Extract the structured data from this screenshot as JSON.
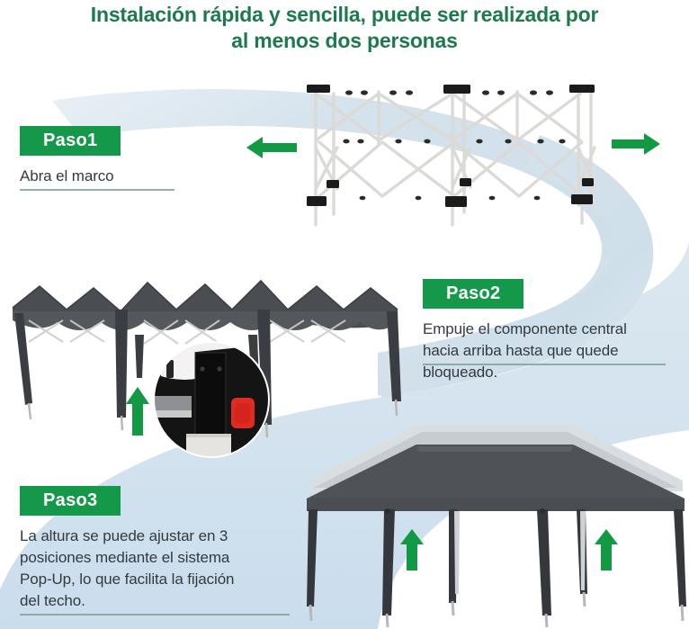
{
  "page": {
    "title_line1": "Instalación rápida y sencilla, puede ser realizada por",
    "title_line2": "al menos dos personas",
    "title_color": "#1d7a4c",
    "background_color": "#ffffff",
    "ribbon_color": "#d3e2ec",
    "accent_green": "#14994a",
    "arrow_green": "#119944",
    "body_text_color": "#333a3f",
    "rule_color": "#7fa596"
  },
  "steps": [
    {
      "badge": "Paso1",
      "text": "Abra el marco",
      "arrows": [
        "arrow-left-icon",
        "arrow-right-icon"
      ]
    },
    {
      "badge": "Paso2",
      "text": "Empuje el componente central\nhacia arriba hasta que quede\nbloqueado.",
      "arrows": [
        "arrow-up-icon"
      ]
    },
    {
      "badge": "Paso3",
      "text": "La altura se puede ajustar en 3\nposiciones mediante el sistema\nPop-Up, lo que facilita la fijación\ndel techo.",
      "arrows": [
        "arrow-up-icon",
        "arrow-up-icon"
      ]
    }
  ],
  "illustrations": {
    "folded_frame": {
      "name": "folded-scissor-frame",
      "description": "Marco plegable tipo tijera, color blanco con conectores negros",
      "frame_color": "#e9e7e4",
      "connector_color": "#1c1c1c"
    },
    "half_open_gazebo": {
      "name": "half-open-gazebo",
      "description": "Carpa parcialmente abierta con techo gris oscuro",
      "canopy_color": "#4a4e52",
      "leg_color": "#3a3e42"
    },
    "detail_photo": {
      "name": "latch-detail-photo",
      "description": "Detalle circular del mecanismo de bloqueo con botón rojo",
      "housing_color": "#151515",
      "button_color": "#e02b22",
      "pole_color": "#e6e4e0"
    },
    "full_gazebo": {
      "name": "fully-erected-gazebo",
      "description": "Carpa completamente montada, techo gris",
      "canopy_color": "#4f5358",
      "leg_color": "#34383c"
    }
  }
}
